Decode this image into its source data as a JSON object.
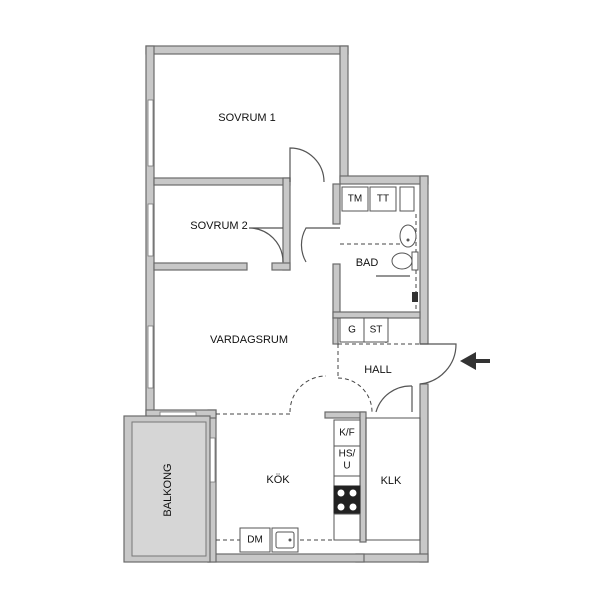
{
  "rooms": {
    "sovrum1": "SOVRUM 1",
    "sovrum2": "SOVRUM 2",
    "bad": "BAD",
    "vardagsrum": "VARDAGSRUM",
    "hall": "HALL",
    "kok": "KÖK",
    "klk": "KLK",
    "balkong": "BALKONG"
  },
  "fixtures": {
    "tm": "TM",
    "tt": "TT",
    "g": "G",
    "st": "ST",
    "kf": "K/F",
    "hsu_line1": "HS/",
    "hsu_line2": "U",
    "dm": "DM"
  },
  "colors": {
    "wall": "#c8c8c8",
    "wall_edge": "#6a6a6a",
    "floor": "#ffffff",
    "appliance": "#222222"
  },
  "icons": {
    "entrance": "arrow-left-icon"
  }
}
